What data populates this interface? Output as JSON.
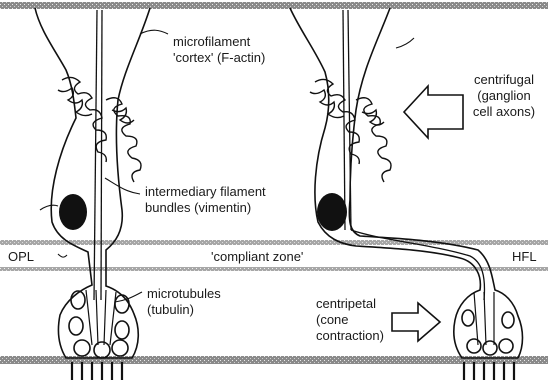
{
  "labels": {
    "microfilament_line1": "microfilament",
    "microfilament_line2": "'cortex' (F-actin)",
    "intermediary_line1": "intermediary filament",
    "intermediary_line2": "bundles (vimentin)",
    "microtubules_line1": "microtubules",
    "microtubules_line2": "(tubulin)",
    "centrifugal_line1": "centrifugal",
    "centrifugal_line2": "(ganglion",
    "centrifugal_line3": "cell axons)",
    "centripetal_line1": "centripetal",
    "centripetal_line2": "(cone",
    "centripetal_line3": "contraction)",
    "opl": "OPL",
    "compliant_zone": "'compliant zone'",
    "hfl": "HFL"
  }
}
